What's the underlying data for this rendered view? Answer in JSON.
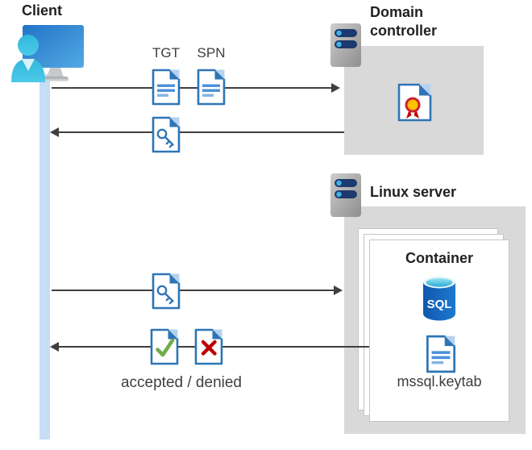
{
  "nodes": {
    "client": {
      "label": "Client"
    },
    "domain_controller": {
      "label": "Domain controller"
    },
    "linux_server": {
      "label": "Linux server"
    },
    "container": {
      "label": "Container",
      "database_label": "SQL",
      "file_label": "mssql.keytab"
    }
  },
  "messages": {
    "request_tickets": {
      "tgt_label": "TGT",
      "spn_label": "SPN",
      "direction": "client to domain controller"
    },
    "ticket_response": {
      "direction": "domain controller to client"
    },
    "present_ticket": {
      "direction": "client to linux server"
    },
    "auth_result": {
      "caption": "accepted / denied",
      "direction": "linux server to client"
    }
  },
  "colors": {
    "document_blue": "#2e75b6",
    "document_corner_light": "#b4d2ee",
    "document_line_blue": "#4a90d9",
    "accepted_green": "#70ad47",
    "denied_red": "#c00000",
    "certificate_gold": "#ffc000",
    "panel_gray": "#d9d9d9",
    "lifeline_blue": "#c5ddf5",
    "arrow_gray": "#3f3f3f",
    "sql_body_blue": "#0e58ae",
    "sql_top_cyan": "#4cc3e4",
    "server_pill_navy": "#1d3a6e",
    "server_dot_blue": "#41b4e6"
  }
}
